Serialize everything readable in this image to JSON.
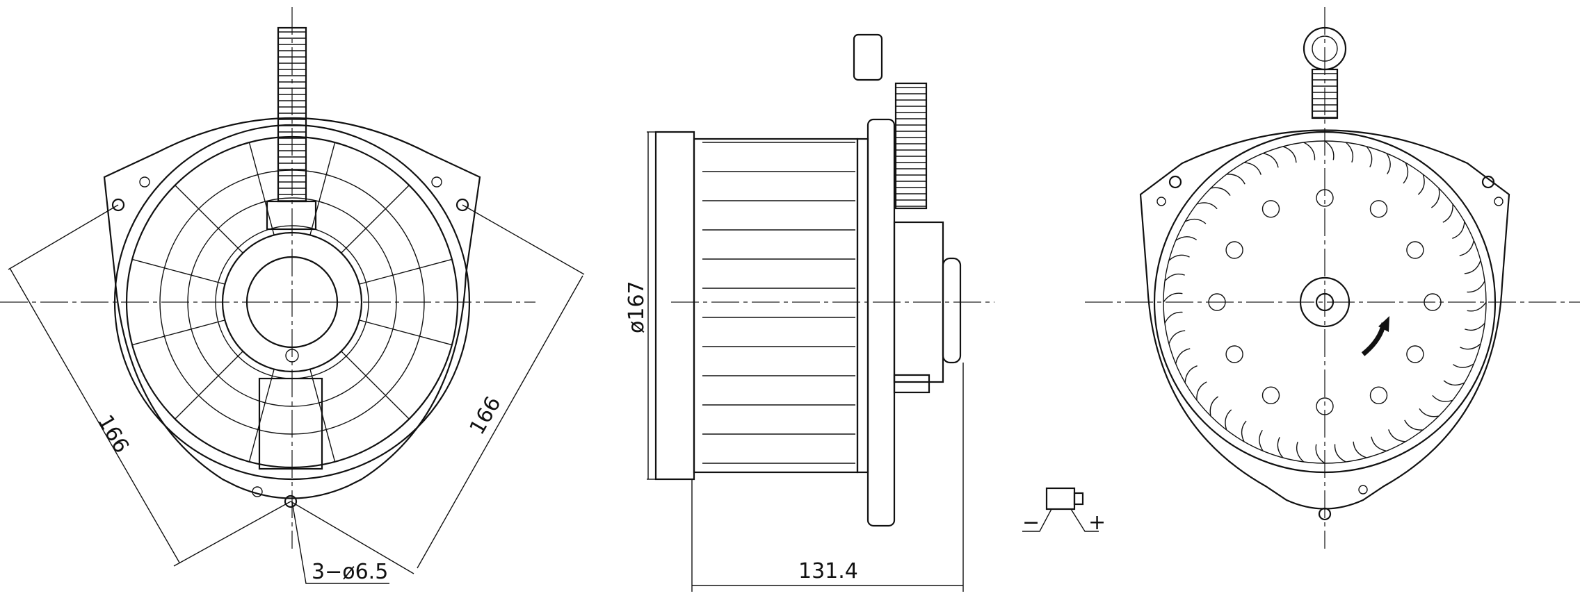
{
  "title": "Blower motor assembly drawing",
  "front_view": {
    "dim_left": "166",
    "dim_right": "166",
    "holes_label": "3−ø6.5"
  },
  "side_view": {
    "diameter_label": "ø167",
    "length_label": "131.4"
  },
  "connector": {
    "minus_label": "−",
    "plus_label": "+"
  },
  "line_color": "#111111"
}
